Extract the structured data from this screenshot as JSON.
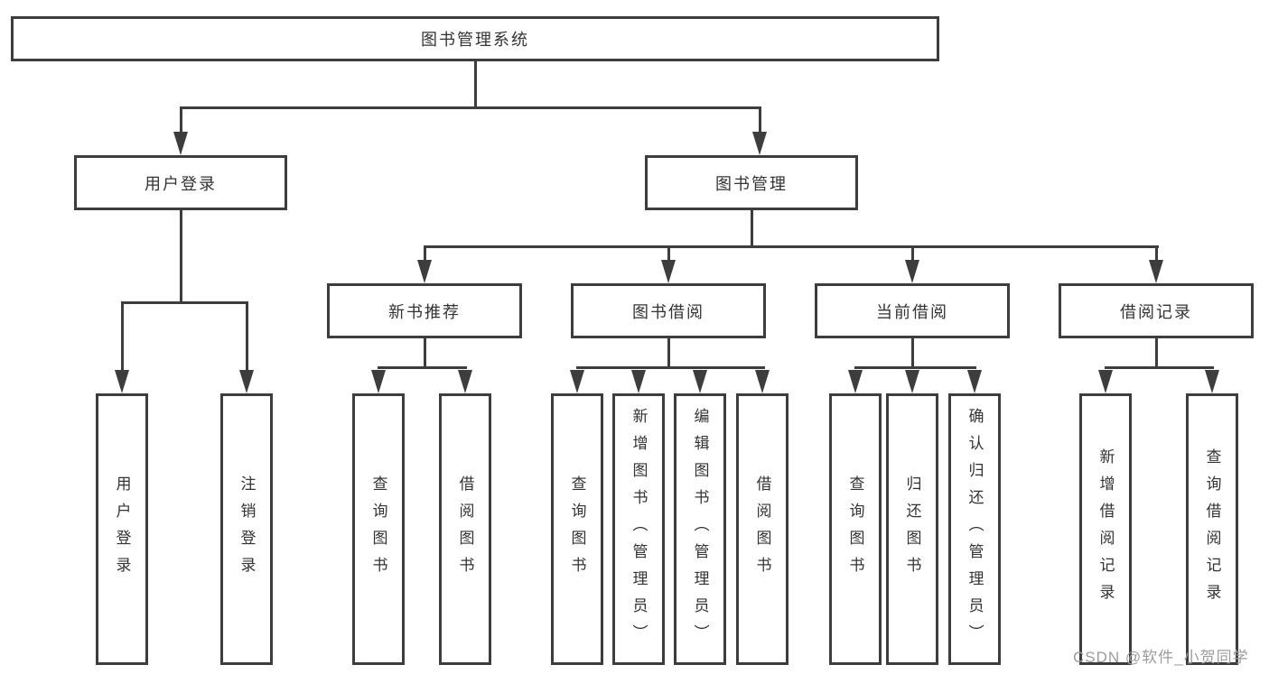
{
  "colors": {
    "line": "#3d3d3d",
    "text": "#333333",
    "watermark": "#9c9c9c",
    "background": "#ffffff"
  },
  "watermark": {
    "text": "CSDN @软件_小贺同学"
  },
  "tree": {
    "root": {
      "label": "图书管理系统",
      "children": [
        {
          "label": "用户登录",
          "children": [
            {
              "label": "用户登录"
            },
            {
              "label": "注销登录"
            }
          ]
        },
        {
          "label": "图书管理",
          "children": [
            {
              "label": "新书推荐",
              "children": [
                {
                  "label": "查询图书"
                },
                {
                  "label": "借阅图书"
                }
              ]
            },
            {
              "label": "图书借阅",
              "children": [
                {
                  "label": "查询图书"
                },
                {
                  "label": "新增图书（管理员）"
                },
                {
                  "label": "编辑图书（管理员）"
                },
                {
                  "label": "借阅图书"
                }
              ]
            },
            {
              "label": "当前借阅",
              "children": [
                {
                  "label": "查询图书"
                },
                {
                  "label": "归还图书"
                },
                {
                  "label": "确认归还（管理员）"
                }
              ]
            },
            {
              "label": "借阅记录",
              "children": [
                {
                  "label": "新增借阅记录"
                },
                {
                  "label": "查询借阅记录"
                }
              ]
            }
          ]
        }
      ]
    }
  }
}
